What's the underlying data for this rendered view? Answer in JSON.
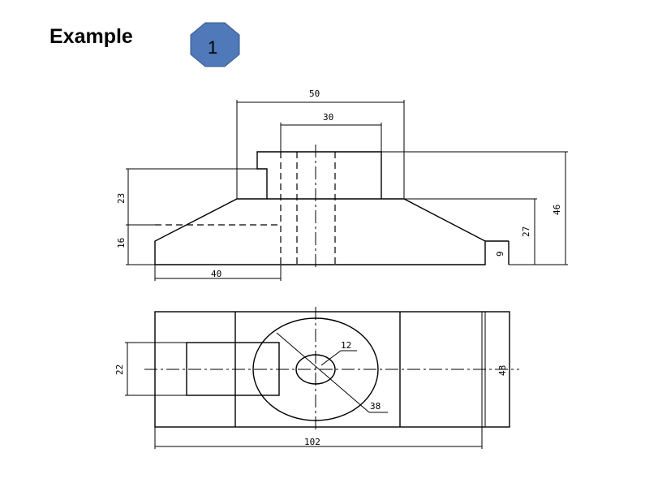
{
  "slide": {
    "title": "Example",
    "badge_number": "1",
    "badge_color": "#4f79b8",
    "badge_border": "#3a5a8c"
  },
  "front_view": {
    "dimensions": {
      "overall_width_top": "50",
      "boss_width": "30",
      "height_23": "23",
      "height_16": "16",
      "base_width_40": "40",
      "total_height": "46",
      "height_27": "27",
      "edge_height_9": "9"
    }
  },
  "top_view": {
    "dimensions": {
      "slot_width": "22",
      "hole_small": "12",
      "hole_large": "38",
      "overall_length": "102",
      "overall_width": "48"
    }
  }
}
